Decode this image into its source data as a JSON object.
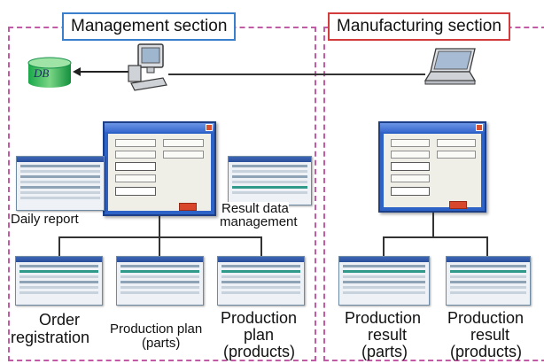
{
  "sections": {
    "management": {
      "title": "Management section"
    },
    "manufacturing": {
      "title": "Manufacturing section"
    }
  },
  "db": {
    "label": "DB"
  },
  "labels": {
    "daily_report": "Daily report",
    "result_data_line1": "Result data",
    "result_data_line2": "management",
    "order_line1": "Order",
    "order_line2": "registration",
    "plan_parts_line1": "Production plan",
    "plan_parts_line2": "(parts)",
    "plan_products_line1": "Production",
    "plan_products_line2": "plan",
    "plan_products_line3": "(products)",
    "result_parts_line1": "Production",
    "result_parts_line2": "result",
    "result_parts_line3": "(parts)",
    "result_products_line1": "Production",
    "result_products_line2": "result",
    "result_products_line3": "(products)"
  },
  "icons": {
    "desktop": "desktop-computer-icon",
    "laptop": "laptop-icon",
    "database": "database-icon"
  },
  "colors": {
    "section_border": "#c25aa6",
    "management_title_border": "#3a7fcb",
    "manufacturing_title_border": "#d23c3c",
    "dialog_blue": "#2d62c6"
  }
}
